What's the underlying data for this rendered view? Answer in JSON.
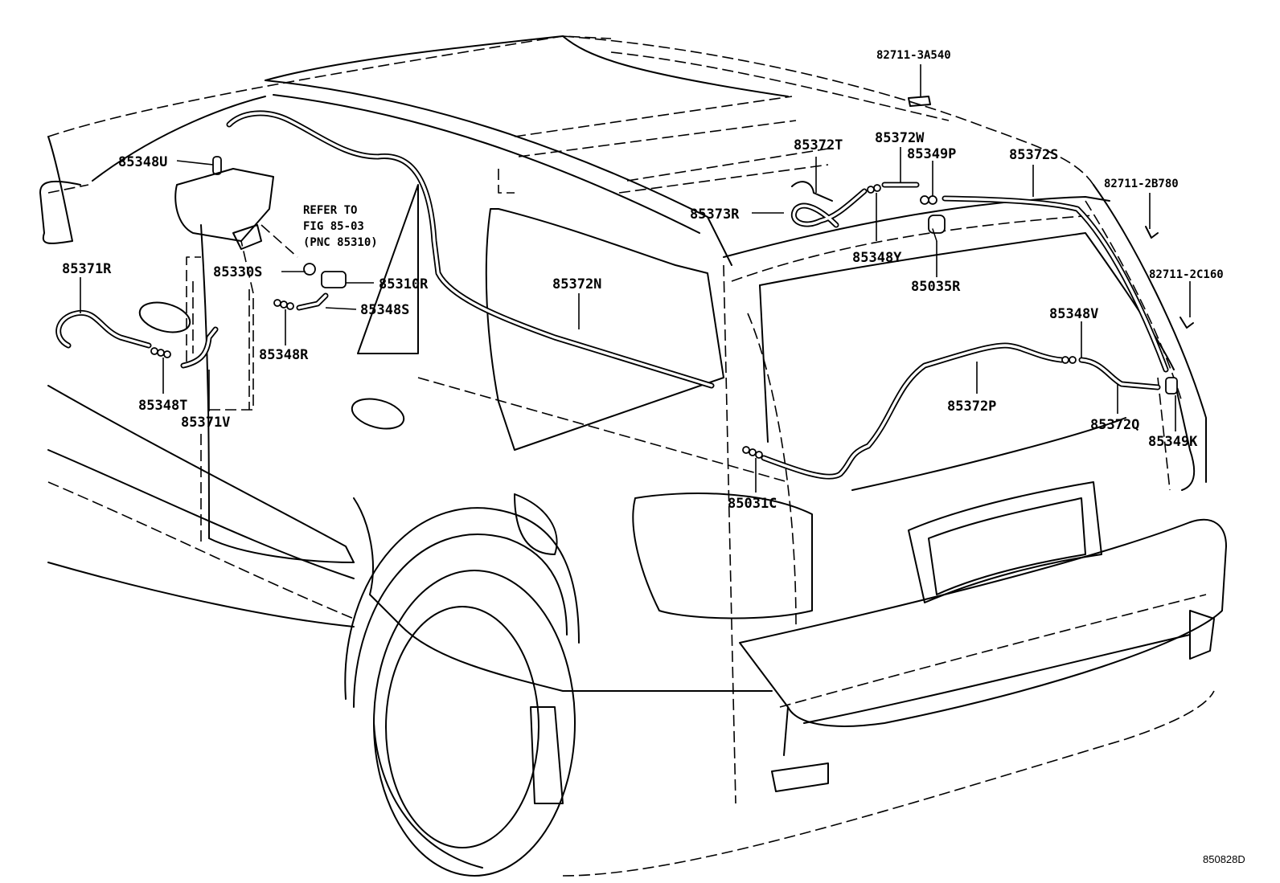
{
  "figure_code": "850828D",
  "note": {
    "line1": "REFER TO",
    "line2": "FIG 85-03",
    "line3": "(PNC 85310)"
  },
  "callouts": {
    "p82711_3A540": "82711-3A540",
    "p82711_2B780": "82711-2B780",
    "p82711_2C160": "82711-2C160",
    "p85348U": "85348U",
    "p85372T": "85372T",
    "p85372W": "85372W",
    "p85349P": "85349P",
    "p85372S": "85372S",
    "p85373R": "85373R",
    "p85348Y": "85348Y",
    "p85035R": "85035R",
    "p85330S": "85330S",
    "p85310R": "85310R",
    "p85348S": "85348S",
    "p85371R": "85371R",
    "p85372N": "85372N",
    "p85348R": "85348R",
    "p85348V": "85348V",
    "p85372P": "85372P",
    "p85372Q": "85372Q",
    "p85349K": "85349K",
    "p85348T": "85348T",
    "p85371V": "85371V",
    "p85031C": "85031C"
  }
}
